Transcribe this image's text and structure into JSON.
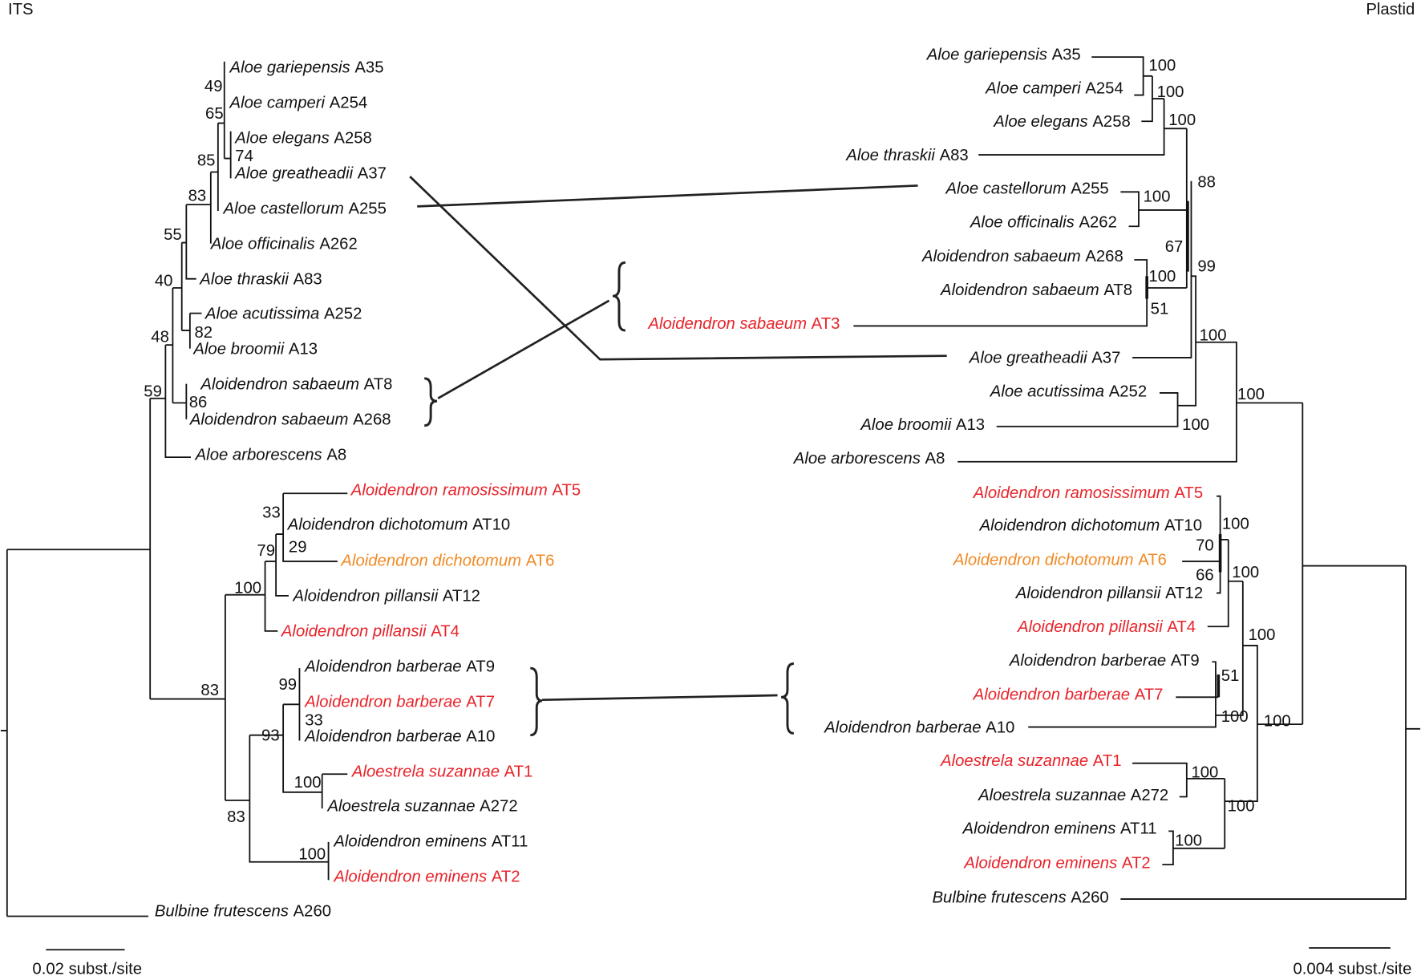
{
  "titles": {
    "left": "ITS",
    "right": "Plastid"
  },
  "colors": {
    "black": "#111111",
    "red": "#e8232a",
    "orange": "#f08a24"
  },
  "scale_bars": {
    "left": "0.02 subst./site",
    "right": "0.004 subst./site"
  },
  "its_tree": {
    "taxa": [
      {
        "name": "Aloe gariepensis",
        "code": "A35",
        "color": "black"
      },
      {
        "name": "Aloe camperi",
        "code": "A254",
        "color": "black"
      },
      {
        "name": "Aloe elegans",
        "code": "A258",
        "color": "black"
      },
      {
        "name": "Aloe greatheadii",
        "code": "A37",
        "color": "black"
      },
      {
        "name": "Aloe castellorum",
        "code": "A255",
        "color": "black"
      },
      {
        "name": "Aloe officinalis",
        "code": "A262",
        "color": "black"
      },
      {
        "name": "Aloe thraskii",
        "code": "A83",
        "color": "black"
      },
      {
        "name": "Aloe acutissima",
        "code": "A252",
        "color": "black"
      },
      {
        "name": "Aloe broomii",
        "code": "A13",
        "color": "black"
      },
      {
        "name": "Aloidendron sabaeum",
        "code": "AT8",
        "color": "black"
      },
      {
        "name": "Aloidendron sabaeum",
        "code": "A268",
        "color": "black"
      },
      {
        "name": "Aloe arborescens",
        "code": "A8",
        "color": "black"
      },
      {
        "name": "Aloidendron ramosissimum",
        "code": "AT5",
        "color": "red"
      },
      {
        "name": "Aloidendron dichotomum",
        "code": "AT10",
        "color": "black"
      },
      {
        "name": "Aloidendron dichotomum",
        "code": "AT6",
        "color": "orange"
      },
      {
        "name": "Aloidendron pillansii",
        "code": "AT12",
        "color": "black"
      },
      {
        "name": "Aloidendron pillansii",
        "code": "AT4",
        "color": "red"
      },
      {
        "name": "Aloidendron barberae",
        "code": "AT9",
        "color": "black"
      },
      {
        "name": "Aloidendron barberae",
        "code": "AT7",
        "color": "red"
      },
      {
        "name": "Aloidendron barberae",
        "code": "A10",
        "color": "black"
      },
      {
        "name": "Aloestrela suzannae",
        "code": "AT1",
        "color": "red"
      },
      {
        "name": "Aloestrela suzannae",
        "code": "A272",
        "color": "black"
      },
      {
        "name": "Aloidendron eminens",
        "code": "AT11",
        "color": "black"
      },
      {
        "name": "Aloidendron eminens",
        "code": "AT2",
        "color": "red"
      },
      {
        "name": "Bulbine frutescens",
        "code": "A260",
        "color": "black"
      }
    ],
    "bootstrap": [
      "49",
      "65",
      "74",
      "85",
      "83",
      "55",
      "40",
      "82",
      "48",
      "86",
      "59",
      "33",
      "29",
      "79",
      "100",
      "99",
      "33",
      "93",
      "100",
      "100",
      "83",
      "83"
    ]
  },
  "plastid_tree": {
    "taxa": [
      {
        "name": "Aloe gariepensis",
        "code": "A35",
        "color": "black"
      },
      {
        "name": "Aloe camperi",
        "code": "A254",
        "color": "black"
      },
      {
        "name": "Aloe elegans",
        "code": "A258",
        "color": "black"
      },
      {
        "name": "Aloe thraskii",
        "code": "A83",
        "color": "black"
      },
      {
        "name": "Aloe castellorum",
        "code": "A255",
        "color": "black"
      },
      {
        "name": "Aloe officinalis",
        "code": "A262",
        "color": "black"
      },
      {
        "name": "Aloidendron sabaeum",
        "code": "A268",
        "color": "black"
      },
      {
        "name": "Aloidendron sabaeum",
        "code": "AT8",
        "color": "black"
      },
      {
        "name": "Aloidendron sabaeum",
        "code": "AT3",
        "color": "red"
      },
      {
        "name": "Aloe greatheadii",
        "code": "A37",
        "color": "black"
      },
      {
        "name": "Aloe acutissima",
        "code": "A252",
        "color": "black"
      },
      {
        "name": "Aloe broomii",
        "code": "A13",
        "color": "black"
      },
      {
        "name": "Aloe arborescens",
        "code": "A8",
        "color": "black"
      },
      {
        "name": "Aloidendron ramosissimum",
        "code": "AT5",
        "color": "red"
      },
      {
        "name": "Aloidendron dichotomum",
        "code": "AT10",
        "color": "black"
      },
      {
        "name": "Aloidendron dichotomum",
        "code": "AT6",
        "color": "orange"
      },
      {
        "name": "Aloidendron pillansii",
        "code": "AT12",
        "color": "black"
      },
      {
        "name": "Aloidendron pillansii",
        "code": "AT4",
        "color": "red"
      },
      {
        "name": "Aloidendron barberae",
        "code": "AT9",
        "color": "black"
      },
      {
        "name": "Aloidendron barberae",
        "code": "AT7",
        "color": "red"
      },
      {
        "name": "Aloidendron barberae",
        "code": "A10",
        "color": "black"
      },
      {
        "name": "Aloestrela suzannae",
        "code": "AT1",
        "color": "red"
      },
      {
        "name": "Aloestrela suzannae",
        "code": "A272",
        "color": "black"
      },
      {
        "name": "Aloidendron eminens",
        "code": "AT11",
        "color": "black"
      },
      {
        "name": "Aloidendron eminens",
        "code": "AT2",
        "color": "red"
      },
      {
        "name": "Bulbine frutescens",
        "code": "A260",
        "color": "black"
      }
    ],
    "bootstrap": [
      "100",
      "100",
      "100",
      "88",
      "100",
      "67",
      "100",
      "51",
      "99",
      "100",
      "100",
      "100",
      "100",
      "70",
      "66",
      "100",
      "100",
      "51",
      "100",
      "100",
      "100",
      "100",
      "100"
    ]
  }
}
